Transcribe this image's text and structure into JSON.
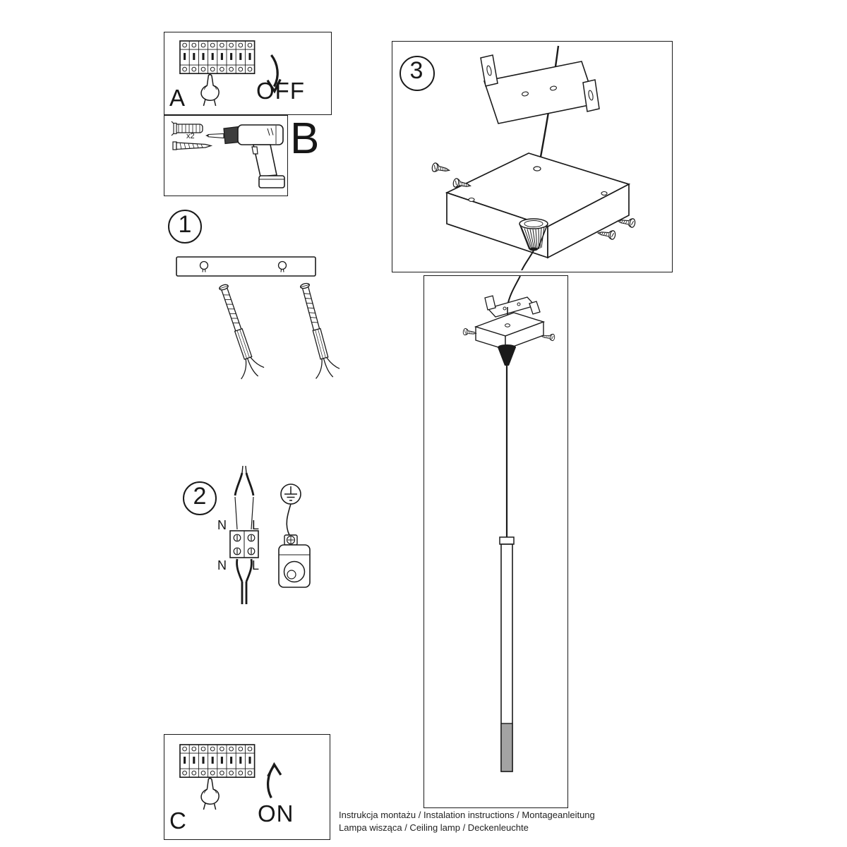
{
  "document": {
    "type": "installation-instructions",
    "footer": {
      "line1": "Instrukcja montażu / Instalation instructions / Montageanleitung",
      "line2": "Lampa wisząca / Ceiling lamp / Deckenleuchte"
    }
  },
  "panels": {
    "power_off": {
      "letter": "A",
      "switch_state": "OFF"
    },
    "tools": {
      "letter": "B",
      "anchor_qty": "x2"
    },
    "step1": {
      "number": "1"
    },
    "step2": {
      "number": "2",
      "wire_labels": {
        "top_left": "N",
        "top_right": "L",
        "bottom_left": "N",
        "bottom_right": "L"
      }
    },
    "step3": {
      "number": "3"
    },
    "power_on": {
      "letter": "C",
      "switch_state": "ON"
    }
  },
  "icons": {
    "power_off": [
      "circuit-breaker-strip-icon",
      "pressing-hand-icon",
      "arrow-down-icon"
    ],
    "tools": [
      "wall-plug-icon",
      "screw-icon",
      "drill-icon"
    ],
    "step1": [
      "mounting-plate-icon",
      "wall-anchor-icon"
    ],
    "step2": [
      "wire-icon",
      "terminal-block-icon",
      "earth-ground-icon",
      "cord-grip-icon"
    ],
    "step3": [
      "ceiling-bracket-icon",
      "canopy-box-icon",
      "screw-icon",
      "strain-relief-cone-icon"
    ],
    "lamp": [
      "pendant-lamp-icon"
    ],
    "power_on": [
      "circuit-breaker-strip-icon",
      "pressing-hand-icon",
      "arrow-up-icon"
    ]
  },
  "colors": {
    "ink": "#1a1a1a",
    "paper": "#ffffff",
    "tube_shade": "#a3a3a3"
  }
}
